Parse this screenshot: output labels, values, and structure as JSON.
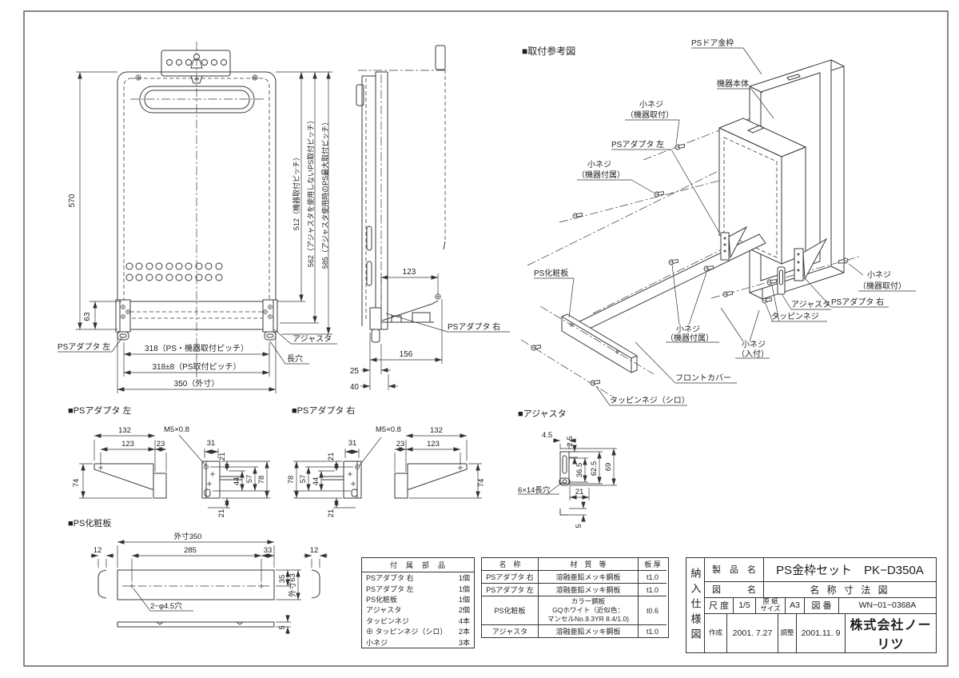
{
  "colors": {
    "line": "#3a3a3a",
    "text": "#1d1d1d",
    "background": "#ffffff",
    "border": "#555555"
  },
  "front_view": {
    "dims": {
      "height_total": "570",
      "height_base": "63",
      "pitch_device": "512（機器取付ピッチ）",
      "pitch_ps_no_adjuster": "562（アジャスタを使用しないPS取付ピッチ）",
      "pitch_ps_max_adjuster": "585（アジャスタ使用時のPS最大取付ピッチ）",
      "pitch_318": "318（PS・機器取付ピッチ）",
      "pitch_318_tol": "318±8（PS取付ピッチ）",
      "width_outer": "350（外寸）"
    },
    "labels": {
      "adapter_left": "PSアダプタ 左",
      "adjuster": "アジャスタ",
      "slot": "長穴"
    }
  },
  "side_view": {
    "dims": {
      "depth_123": "123",
      "depth_156": "156",
      "depth_25": "25",
      "depth_40": "40"
    },
    "labels": {
      "adapter_right": "PSアダプタ 右"
    }
  },
  "mounting_ref": {
    "title": "■取付参考図",
    "labels": {
      "ps_door_frame": "PSドア金枠",
      "device_body": "機器本体",
      "screw_a1": "小ネジ",
      "screw_a2": "（機器取付）",
      "adapter_left": "PSアダプタ 左",
      "screw_b1": "小ネジ",
      "screw_b2": "（機器付属）",
      "ps_panel": "PS化粧板",
      "screw_c1": "小ネジ",
      "screw_c2": "（機器付属）",
      "screw_d1": "小ネジ",
      "screw_d2": "（入付）",
      "tapping_screw": "タッピンネジ",
      "adjuster": "アジャスタ",
      "adapter_right": "PSアダプタ 右",
      "screw_e1": "小ネジ",
      "screw_e2": "（機器取付）",
      "front_cover": "フロントカバー",
      "tapping_screw_white": "タッピンネジ（シロ）"
    }
  },
  "detail_adapter_left": {
    "title": "■PSアダプタ 左",
    "dims": {
      "w132": "132",
      "w123": "123",
      "w23": "23",
      "thread": "M5×0.8",
      "w31": "31",
      "h21t": "21",
      "h74": "74",
      "h44": "44",
      "h57": "57",
      "h78": "78",
      "h21b": "21"
    }
  },
  "detail_adapter_right": {
    "title": "■PSアダプタ 右",
    "dims": {
      "thread": "M5×0.8",
      "w132": "132",
      "w123": "123",
      "w23": "23",
      "w31": "31",
      "h21t": "21",
      "h74": "74",
      "h44": "44",
      "h57": "57",
      "h78": "78",
      "h21b": "21"
    }
  },
  "detail_adjuster": {
    "title": "■アジャスタ",
    "dims": {
      "w45": "4.5",
      "h25": "2.5",
      "h365": "36.5",
      "h625": "62.5",
      "h69": "69",
      "slot": "6×14長穴",
      "w21": "21",
      "h5": "5"
    }
  },
  "detail_panel": {
    "title": "■PS化粧板",
    "dims": {
      "w350": "外寸350",
      "w285": "285",
      "w33": "33",
      "w12l": "12",
      "w12r": "12",
      "h35": "35",
      "h63": "外寸63",
      "holes": "2−φ4.5穴",
      "t5": "5"
    }
  },
  "parts_table": {
    "title": "付　属　部　品",
    "rows": [
      {
        "name": "PSアダプタ 右",
        "qty": "1個"
      },
      {
        "name": "PSアダプタ 左",
        "qty": "1個"
      },
      {
        "name": "PS化粧板",
        "qty": "1個"
      },
      {
        "name": "アジャスタ",
        "qty": "2個"
      },
      {
        "name": "タッピンネジ",
        "qty": "4本"
      },
      {
        "name": "⊕ タッピンネジ（シロ）",
        "qty": "2本"
      },
      {
        "name": "小ネジ",
        "qty": "3本"
      }
    ]
  },
  "material_table": {
    "headers": {
      "name": "名　称",
      "material": "材　質　等",
      "thickness": "板 厚"
    },
    "rows": [
      {
        "name": "PSアダプタ 右",
        "material": "溶融亜鉛メッキ鋼板",
        "thickness": "t1.0"
      },
      {
        "name": "PSアダプタ 左",
        "material": "溶融亜鉛メッキ鋼板",
        "thickness": "t1.0"
      },
      {
        "name": "PS化粧板",
        "material": "カラー鋼板\nGQホワイト（近似色：\nマンセルNo.9.3YR 8.4/1.0)",
        "thickness": "t0.6"
      },
      {
        "name": "アジャスタ",
        "material": "溶融亜鉛メッキ鋼板",
        "thickness": "t1.0"
      }
    ]
  },
  "title_block": {
    "doc_type": "納入仕様図",
    "product_label": "製　品　名",
    "product_value": "PS金枠セット　PK−D350A",
    "drawing_label": "図　　　名",
    "drawing_value": "名 称 寸 法 図",
    "scale_label": "尺 度",
    "scale_value": "1/5",
    "paper_label": "原 紙\nサイズ",
    "paper_value": "A3",
    "number_label": "図 番",
    "number_value": "WN−01−0368A",
    "created_label": "作成",
    "created_value": "2001. 7.27",
    "adjusted_label": "調整",
    "adjusted_value": "2001.11. 9",
    "company": "株式会社ノーリツ"
  }
}
